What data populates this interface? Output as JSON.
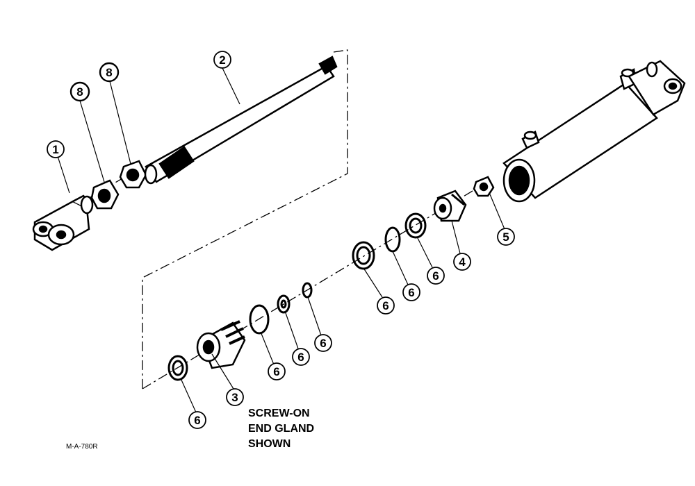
{
  "callouts": {
    "c1": "1",
    "c2": "2",
    "c3": "3",
    "c4": "4",
    "c5": "5",
    "c6a": "6",
    "c6b": "6",
    "c6c": "6",
    "c6d": "6",
    "c6e": "6",
    "c6f": "6",
    "c6g": "6",
    "c8a": "8",
    "c8b": "8"
  },
  "caption": {
    "line1": "SCREW-ON",
    "line2": "END GLAND",
    "line3": "SHOWN"
  },
  "drawing_id": "M-A-780R"
}
